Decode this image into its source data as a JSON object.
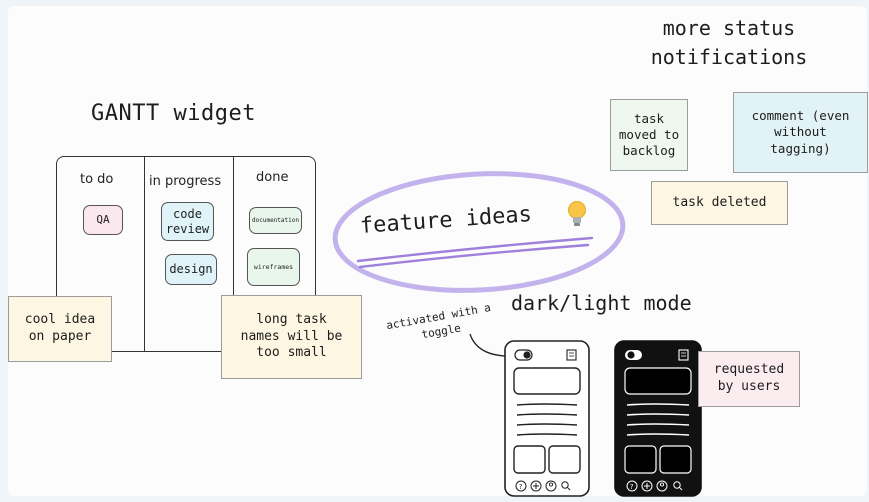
{
  "gantt": {
    "title": "GANTT widget",
    "columns": [
      "to do",
      "in progress",
      "done"
    ],
    "chips": {
      "qa": "QA",
      "code_review": "code review",
      "design": "design",
      "documentation": "documentation",
      "wireframes": "wireframes"
    }
  },
  "notes": {
    "cool_idea": "cool idea on paper",
    "long_names": "long task names will be too small",
    "requested": "requested by users"
  },
  "center": {
    "label": "feature ideas",
    "icon": "lightbulb-icon"
  },
  "status": {
    "title": "more status notifications",
    "moved": "task moved to backlog",
    "comment": "comment (even without tagging)",
    "deleted": "task deleted"
  },
  "darklight": {
    "title": "dark/light mode",
    "annotation": "activated with a toggle"
  },
  "colors": {
    "note_yellow": "#fdf6e3",
    "note_mint": "#eef8ee",
    "note_blue": "#e2f3f7",
    "note_pink": "#fbecf0",
    "chip_pink": "#fbe8ef",
    "chip_blue": "#dff3f8",
    "chip_mint": "#e8f6ec",
    "accent_purple": "#a78bdb"
  }
}
